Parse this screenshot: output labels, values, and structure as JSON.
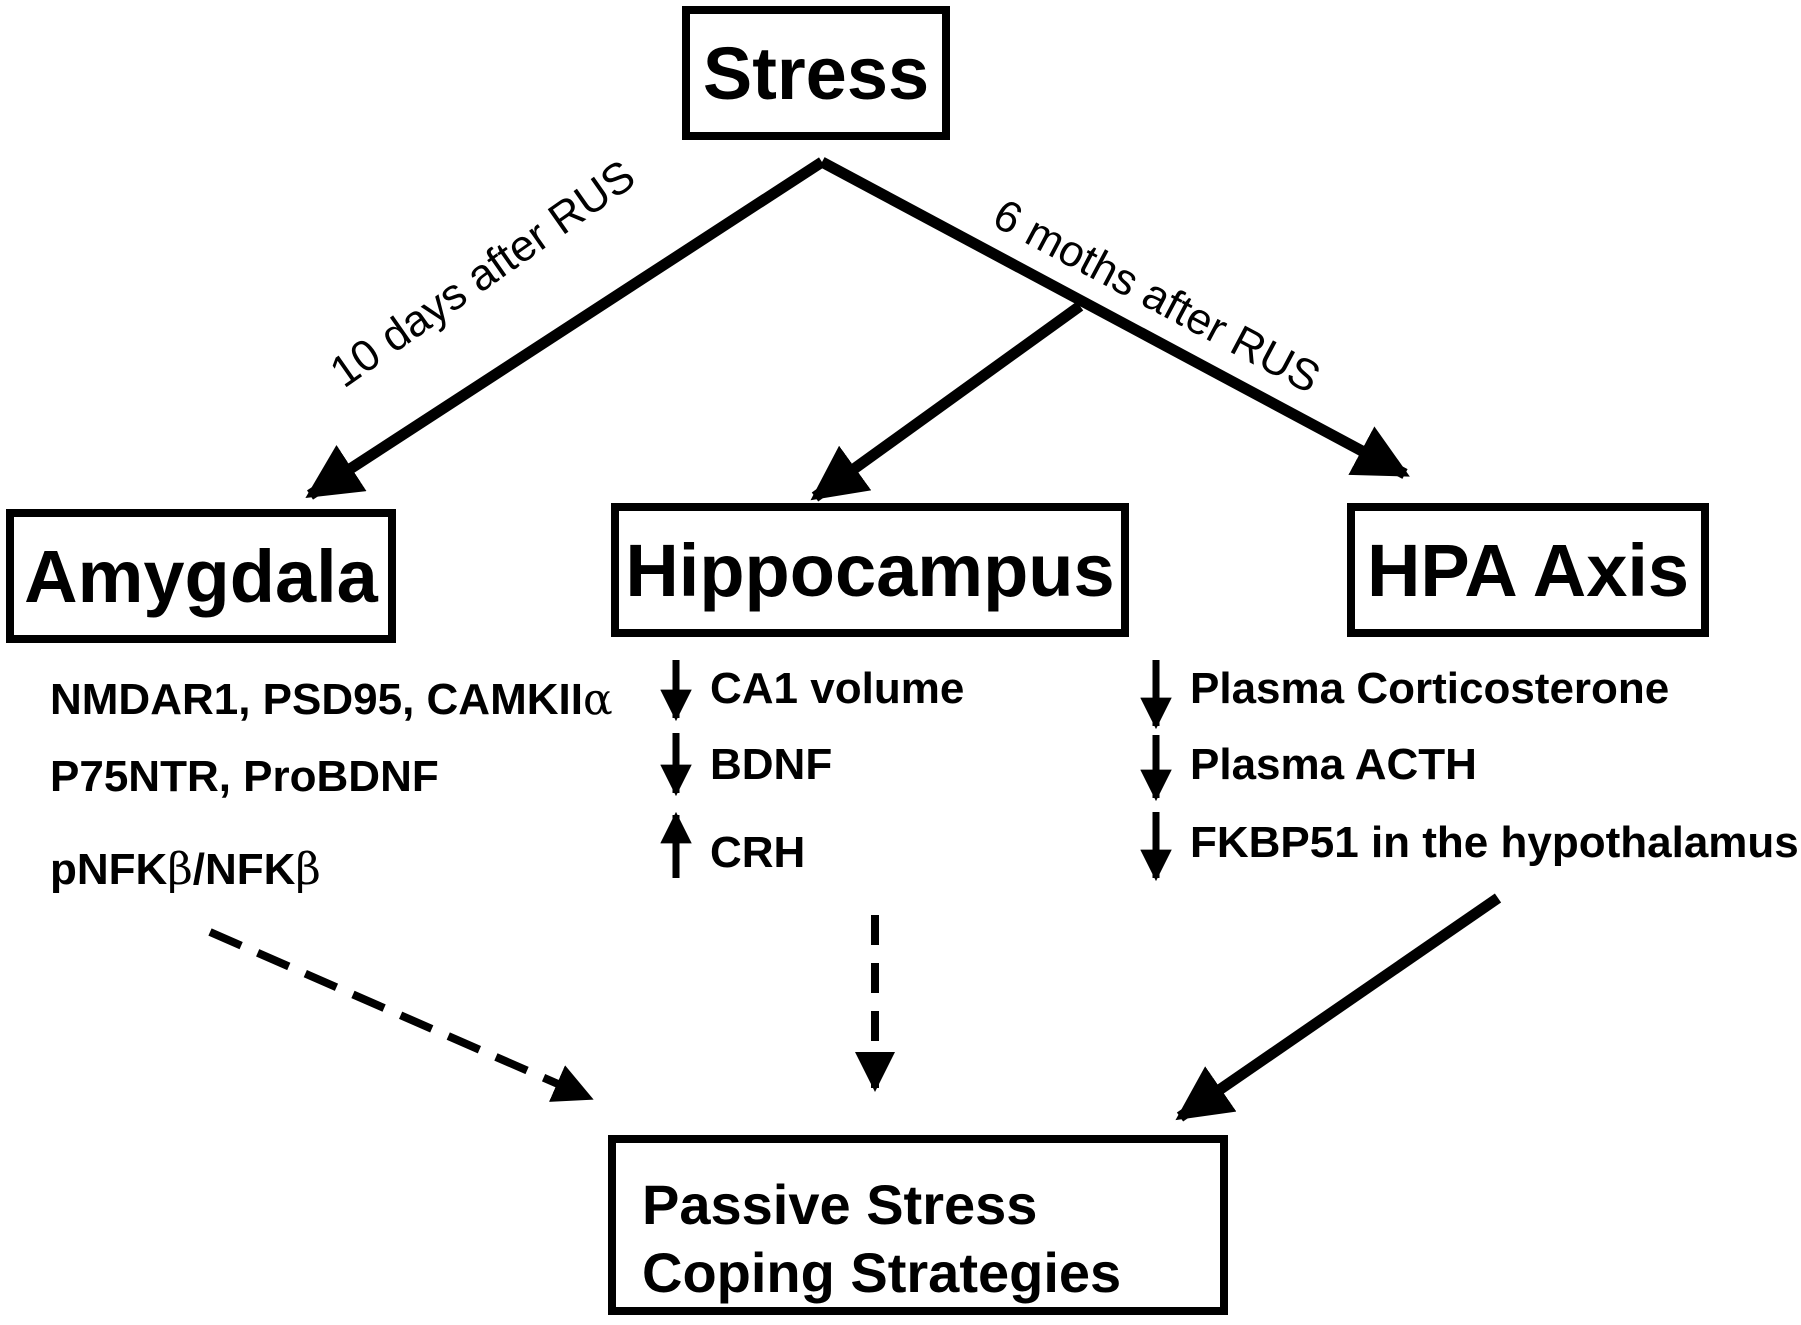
{
  "nodes": {
    "stress": "Stress",
    "amygdala": "Amygdala",
    "hippocampus": "Hippocampus",
    "hpa": "HPA Axis",
    "passive_line1": "Passive Stress",
    "passive_line2": "Coping Strategies"
  },
  "edge_labels": {
    "left": "10 days after RUS",
    "right": "6 moths after RUS"
  },
  "amygdala_items": {
    "line1_text": "NMDAR1, PSD95, CAMKII",
    "line1_greek": "α",
    "line2": "P75NTR,  ProBDNF",
    "line3_a": "pNFK",
    "line3_b": "β",
    "line3_c": "/NFK",
    "line3_d": "β"
  },
  "hippocampus_items": [
    {
      "direction": "down",
      "label": "CA1 volume"
    },
    {
      "direction": "down",
      "label": "BDNF"
    },
    {
      "direction": "up",
      "label": "CRH"
    }
  ],
  "hpa_items": [
    {
      "direction": "down",
      "label": "Plasma Corticosterone"
    },
    {
      "direction": "down",
      "label": "Plasma ACTH"
    },
    {
      "direction": "down",
      "label": "FKBP51 in the hypothalamus"
    }
  ]
}
